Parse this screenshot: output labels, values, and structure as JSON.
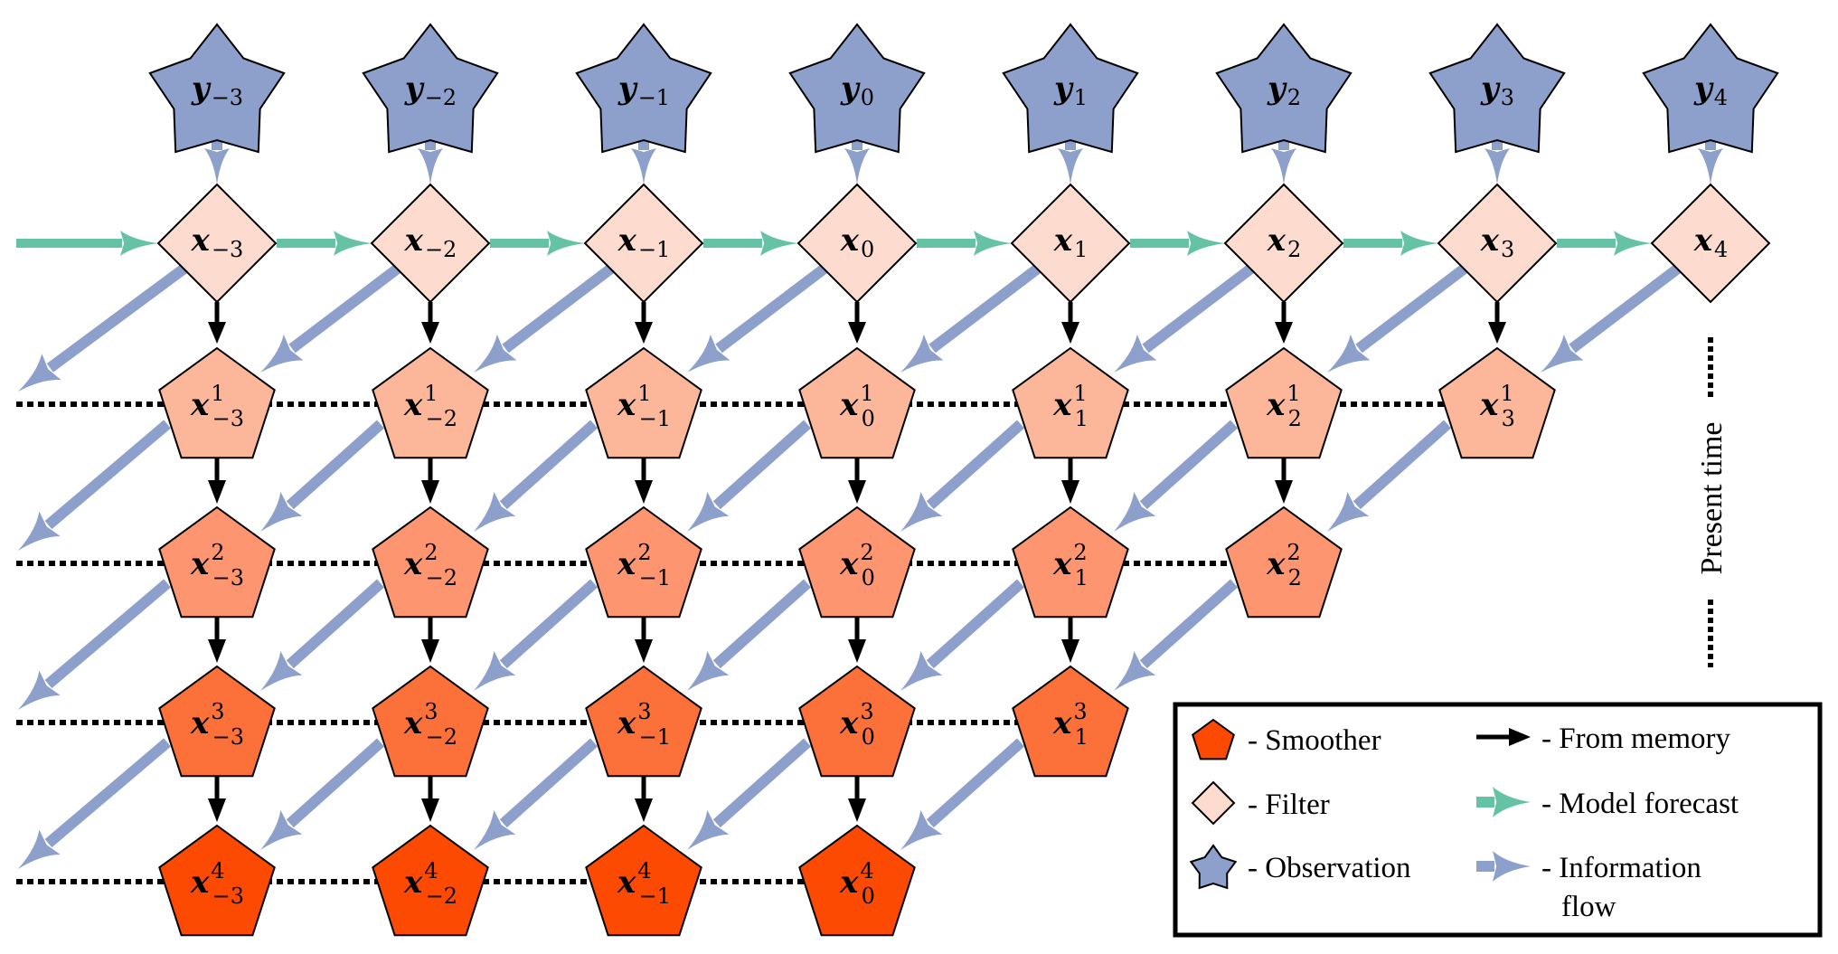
{
  "figure": {
    "title": "Filter and smoother information flow diagram",
    "colors": {
      "observation": "#8DA0CB",
      "filter": "#FDDBCE",
      "smoother_levels": [
        "#FCB79A",
        "#FC9570",
        "#FB7139",
        "#FC4A02"
      ],
      "model_forecast_arrow": "#66C2A5",
      "information_flow_arrow": "#8DA0CB",
      "memory_arrow": "#000000",
      "outline": "#000000"
    },
    "time_indices": [
      "-3",
      "-2",
      "-1",
      "0",
      "1",
      "2",
      "3",
      "4"
    ],
    "observations": [
      {
        "base": "y",
        "sub": "−3"
      },
      {
        "base": "y",
        "sub": "−2"
      },
      {
        "base": "y",
        "sub": "−1"
      },
      {
        "base": "y",
        "sub": "0"
      },
      {
        "base": "y",
        "sub": "1"
      },
      {
        "base": "y",
        "sub": "2"
      },
      {
        "base": "y",
        "sub": "3"
      },
      {
        "base": "y",
        "sub": "4"
      }
    ],
    "filters": [
      {
        "base": "x",
        "sub": "−3"
      },
      {
        "base": "x",
        "sub": "−2"
      },
      {
        "base": "x",
        "sub": "−1"
      },
      {
        "base": "x",
        "sub": "0"
      },
      {
        "base": "x",
        "sub": "1"
      },
      {
        "base": "x",
        "sub": "2"
      },
      {
        "base": "x",
        "sub": "3"
      },
      {
        "base": "x",
        "sub": "4"
      }
    ],
    "smoother_levels": [
      {
        "level": "1",
        "columns": [
          "−3",
          "−2",
          "−1",
          "0",
          "1",
          "2",
          "3"
        ]
      },
      {
        "level": "2",
        "columns": [
          "−3",
          "−2",
          "−1",
          "0",
          "1",
          "2"
        ]
      },
      {
        "level": "3",
        "columns": [
          "−3",
          "−2",
          "−1",
          "0",
          "1"
        ]
      },
      {
        "level": "4",
        "columns": [
          "−3",
          "−2",
          "−1",
          "0"
        ]
      }
    ],
    "present_time_label": "Present time"
  },
  "legend": {
    "left": [
      {
        "icon": "pentagon-icon",
        "label": "- Smoother"
      },
      {
        "icon": "diamond-icon",
        "label": "- Filter"
      },
      {
        "icon": "star-icon",
        "label": "- Observation"
      }
    ],
    "right": [
      {
        "icon": "black-arrow-icon",
        "label": "- From memory"
      },
      {
        "icon": "green-arrow-icon",
        "label": "- Model forecast"
      },
      {
        "icon": "blue-arrow-icon",
        "label": "- Information",
        "label_line2": "flow"
      }
    ]
  }
}
